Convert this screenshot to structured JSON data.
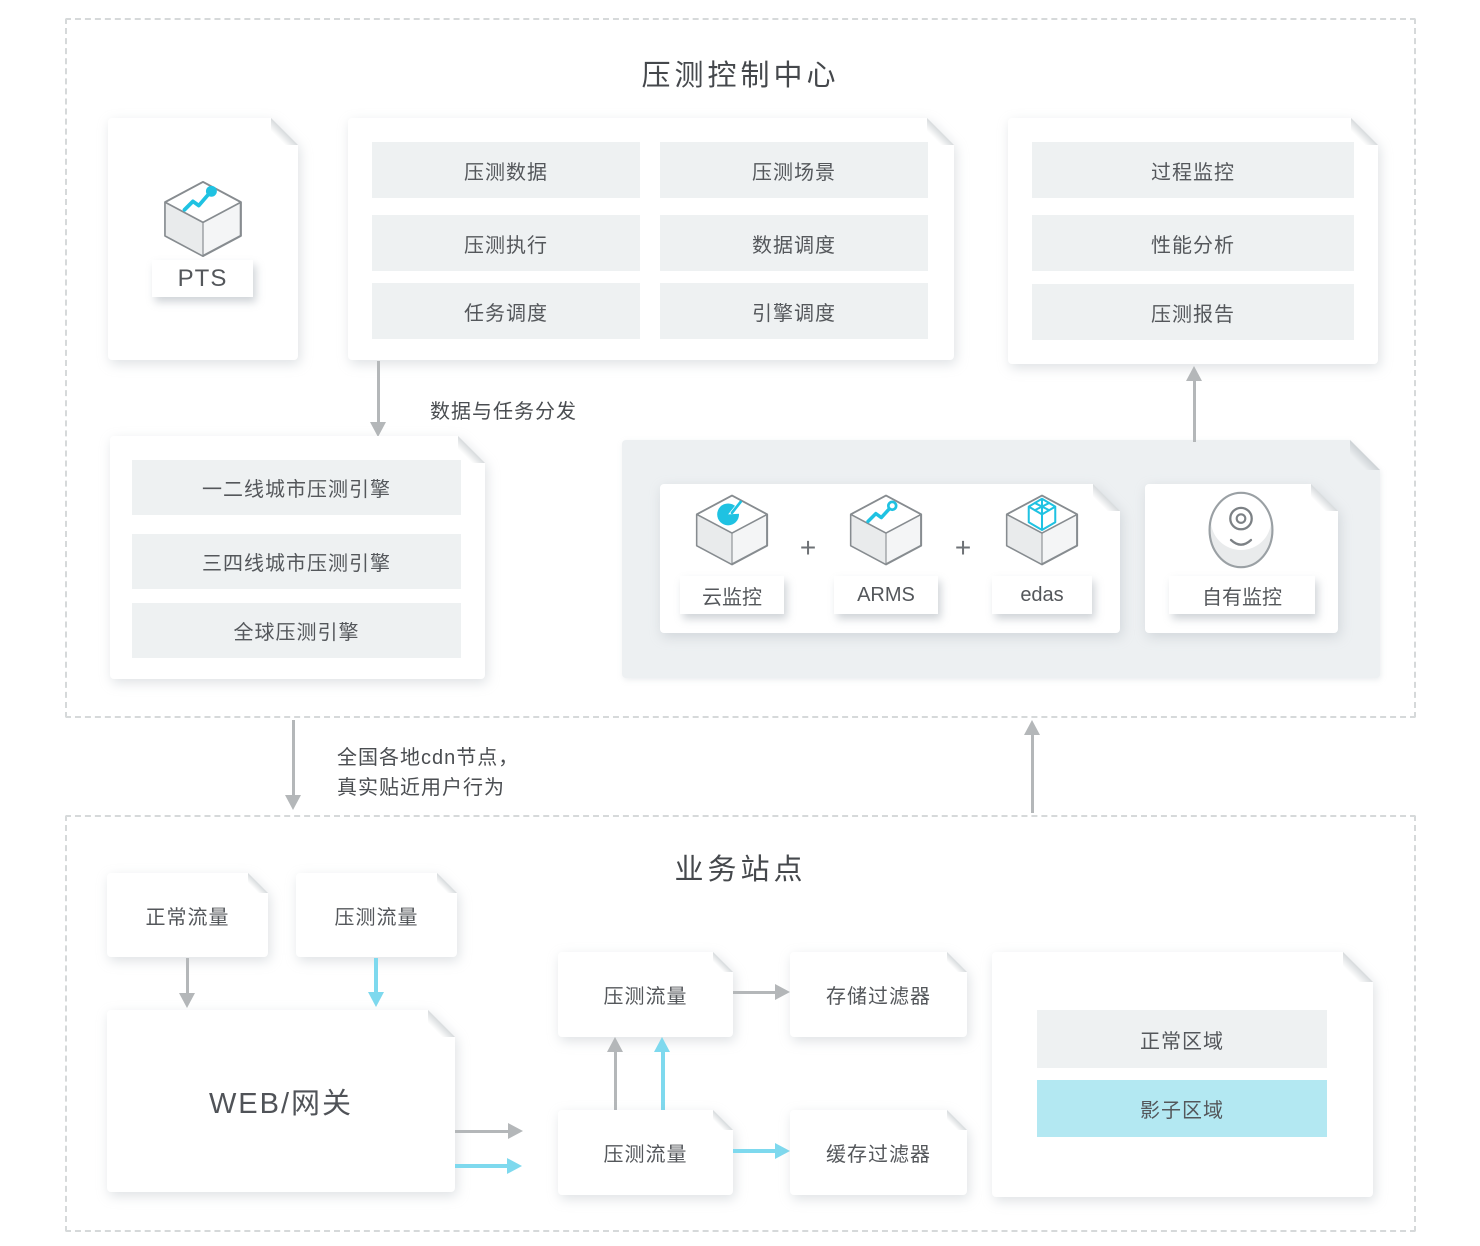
{
  "colors": {
    "accent_teal": "#1fc2e2",
    "arrow_gray": "#b4b7b9",
    "arrow_blue": "#7ed9ee",
    "module_button_bg": "#eef1f2",
    "monitor_panel_bg": "#edf0f2",
    "shadow_zone_bg": "#b3e8f2",
    "text": "#4b4e52"
  },
  "control_center": {
    "title": "压测控制中心",
    "pts_label": "PTS",
    "modules": [
      "压测数据",
      "压测场景",
      "压测执行",
      "数据调度",
      "任务调度",
      "引擎调度"
    ],
    "monitoring": [
      "过程监控",
      "性能分析",
      "压测报告"
    ],
    "dispatch_label": "数据与任务分发",
    "engines": [
      "一二线城市压测引擎",
      "三四线城市压测引擎",
      "全球压测引擎"
    ],
    "cloud_stack": {
      "items": [
        "云监控",
        "ARMS",
        "edas"
      ],
      "plus": "+"
    },
    "own_monitoring": "自有监控"
  },
  "links": {
    "cdn_line1": "全国各地cdn节点，",
    "cdn_line2": "真实贴近用户行为"
  },
  "business_site": {
    "title": "业务站点",
    "normal_traffic": "正常流量",
    "load_traffic": "压测流量",
    "web_gateway": "WEB/网关",
    "load_flow_top": "压测流量",
    "load_flow_bottom": "压测流量",
    "storage_filter": "存储过滤器",
    "cache_filter": "缓存过滤器",
    "normal_zone": "正常区域",
    "shadow_zone": "影子区域"
  }
}
